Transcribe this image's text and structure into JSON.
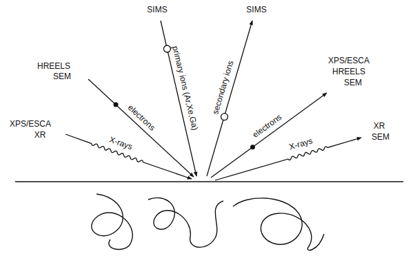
{
  "diagram": {
    "labels": [
      "SIMS",
      "primary ions (Ar,Xe,Ga)",
      "HREELS",
      "SEM",
      "electrons",
      "XPS/ESCA",
      "XR",
      "X-rays",
      "SIMS",
      "secondary ions",
      "XPS/ESCA",
      "HREELS",
      "SEM",
      "electrons",
      "XR",
      "SEM",
      "X-rays"
    ]
  }
}
